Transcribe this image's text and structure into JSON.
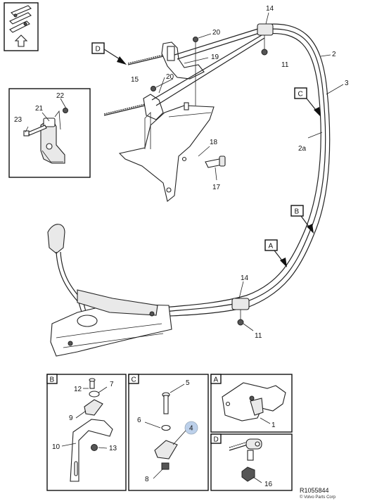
{
  "callouts": {
    "n14_top": "14",
    "n20_top": "20",
    "n19": "19",
    "n2": "2",
    "n11_top": "11",
    "n3": "3",
    "n15": "15",
    "n20_mid": "20",
    "n2a": "2a",
    "n18": "18",
    "n17": "17",
    "n14_bot": "14",
    "n11_bot": "11",
    "n22": "22",
    "n21": "21",
    "n23": "23"
  },
  "markers": {
    "D": "D",
    "C": "C",
    "B": "B",
    "A": "A"
  },
  "detail_B": {
    "letter": "B",
    "n12": "12",
    "n7": "7",
    "n9": "9",
    "n10": "10",
    "n13": "13"
  },
  "detail_C": {
    "letter": "C",
    "n5": "5",
    "n6": "6",
    "n4": "4",
    "n8": "8"
  },
  "detail_A": {
    "letter": "A",
    "n1": "1"
  },
  "detail_D": {
    "letter": "D",
    "n16": "16"
  },
  "footer": {
    "ref": "R1055844",
    "copyright": "© Volvo Parts Corp"
  }
}
